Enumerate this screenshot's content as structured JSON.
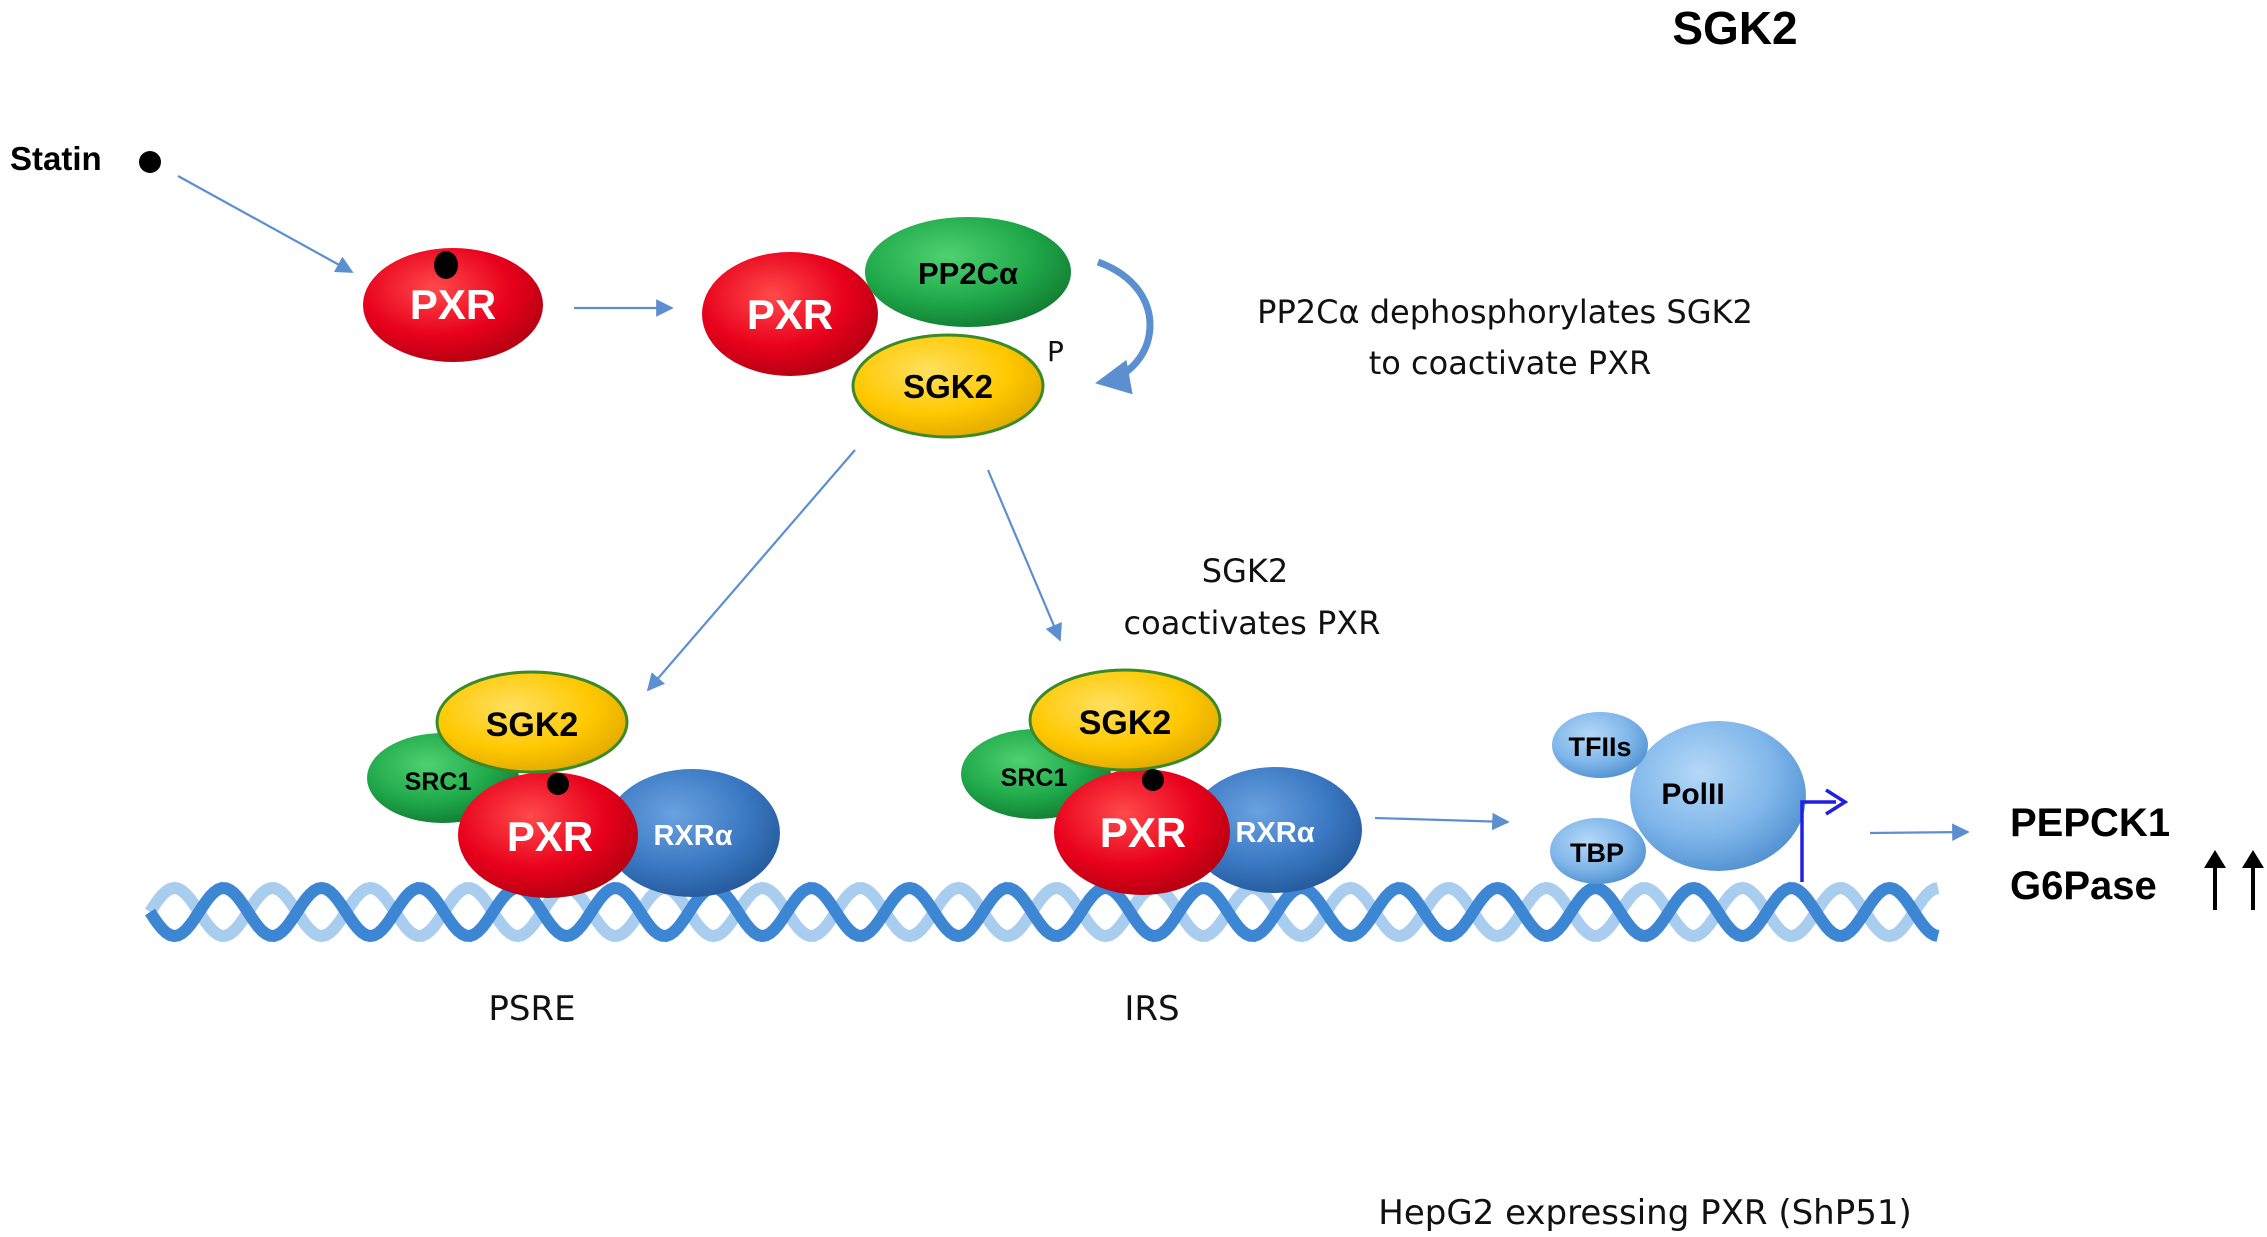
{
  "title": "SGK2",
  "statin_label": "Statin",
  "proteins": {
    "pxr": "PXR",
    "pp2ca": "PP2Cα",
    "sgk2": "SGK2",
    "phospho": "P",
    "src1": "SRC1",
    "rxra": "RXRα",
    "tfiis": "TFIIs",
    "tbp": "TBP",
    "polii": "PolII"
  },
  "annotations": {
    "pp2c_line1": "PP2Cα dephosphorylates SGK2",
    "pp2c_line2": "to coactivate PXR",
    "sgk2_line1": "SGK2",
    "sgk2_line2": "coactivates PXR"
  },
  "elements": {
    "psre": "PSRE",
    "irs": "IRS"
  },
  "genes": {
    "gene1": "PEPCK1",
    "gene2": "G6Pase",
    "up_arrows": "↑↑"
  },
  "caption": "HepG2 expressing PXR (ShP51)",
  "colors": {
    "pxr_red": "#e8001c",
    "pp2c_green": "#1fa84a",
    "sgk2_yellow": "#ffc800",
    "rxr_blue": "#3a78c2",
    "polii_blue": "#7fb6ea",
    "dna_light": "#a9cdee",
    "dna_dark": "#3d86d4",
    "arrow_blue": "#5b8fd0"
  }
}
